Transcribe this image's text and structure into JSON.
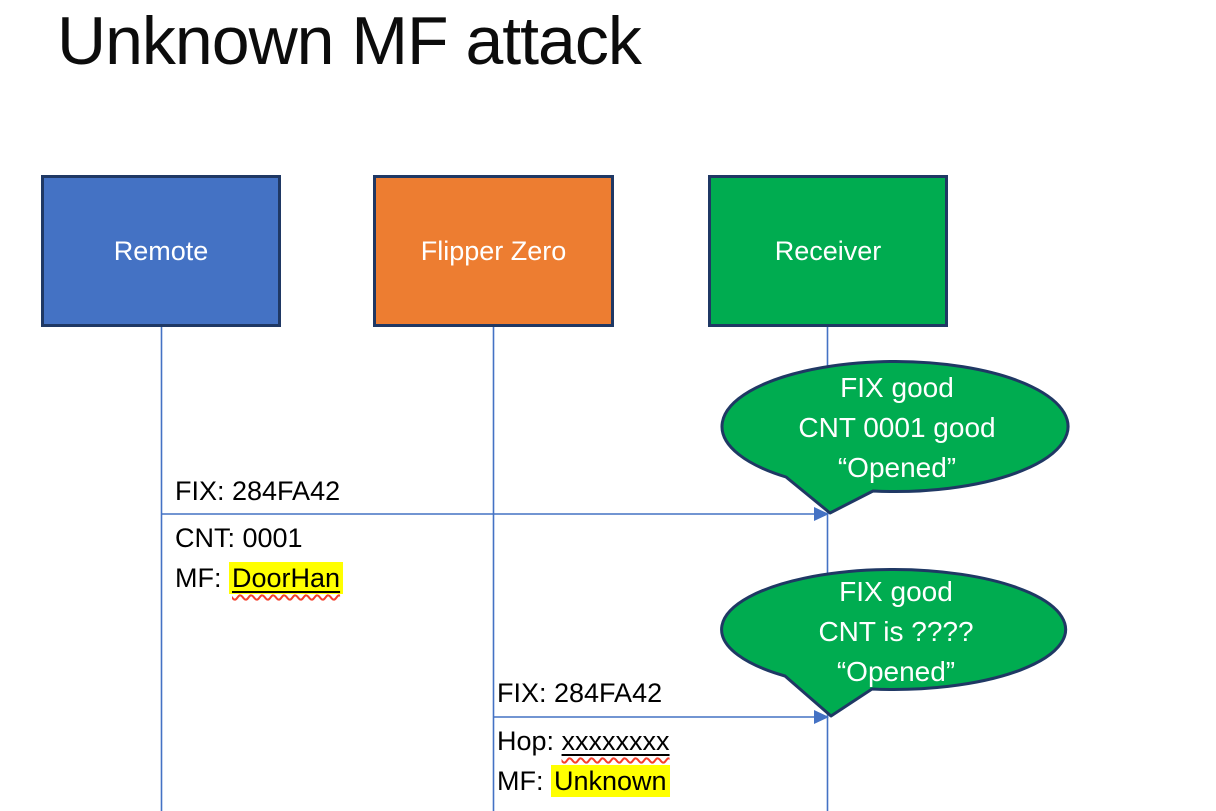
{
  "slide": {
    "title": "Unknown MF attack",
    "background": "#FFFFFF"
  },
  "colors": {
    "remote_fill": "#4472C4",
    "flipper_fill": "#ED7D31",
    "receiver_fill": "#00AC50",
    "box_border": "#1F3864",
    "bubble_fill": "#00AC50",
    "bubble_border": "#1F3864",
    "connector": "#4472C4",
    "message_text": "#000000",
    "box_text": "#FFFFFF",
    "highlight": "#FFFF00",
    "squiggle": "#F5402C"
  },
  "actors": [
    {
      "label": "Remote"
    },
    {
      "label": "Flipper Zero"
    },
    {
      "label": "Receiver"
    }
  ],
  "messages": [
    {
      "from": "Remote",
      "to": "Receiver",
      "above": "FIX: 284FA42",
      "below": [
        {
          "text": "CNT: 0001"
        },
        {
          "prefix": "MF: ",
          "value": "DoorHan",
          "highlight": true,
          "underline": true,
          "squiggle": true
        }
      ]
    },
    {
      "from": "Flipper Zero",
      "to": "Receiver",
      "above": "FIX: 284FA42",
      "below": [
        {
          "prefix": "Hop: ",
          "value": "xxxxxxxx",
          "underline": true,
          "squiggle": true
        },
        {
          "prefix": "MF: ",
          "value": "Unknown",
          "highlight": true
        }
      ]
    }
  ],
  "callouts": [
    {
      "speaker": "Receiver",
      "lines": [
        "FIX good",
        "CNT 0001 good",
        "“Opened”"
      ]
    },
    {
      "speaker": "Receiver",
      "lines": [
        "FIX good",
        "CNT is ????",
        "“Opened”"
      ]
    }
  ]
}
